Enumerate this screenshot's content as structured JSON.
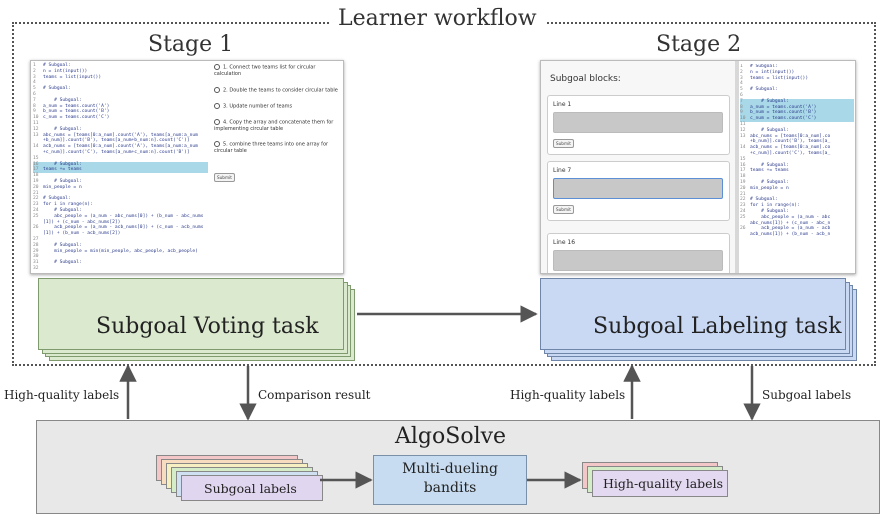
{
  "workflow": {
    "title": "Learner workflow"
  },
  "stage1": {
    "title": "Stage 1",
    "code_lines": [
      {
        "n": "1",
        "t": "# Subgoal:"
      },
      {
        "n": "2",
        "t": "n = int(input())"
      },
      {
        "n": "3",
        "t": "teams = list(input())"
      },
      {
        "n": "4",
        "t": ""
      },
      {
        "n": "5",
        "t": "# Subgoal:"
      },
      {
        "n": "6",
        "t": ""
      },
      {
        "n": "7",
        "t": "    # Subgoal:"
      },
      {
        "n": "8",
        "t": "a_num = teams.count('A')"
      },
      {
        "n": "9",
        "t": "b_num = teams.count('B')"
      },
      {
        "n": "10",
        "t": "c_num = teams.count('C')"
      },
      {
        "n": "11",
        "t": ""
      },
      {
        "n": "12",
        "t": "    # Subgoal:"
      },
      {
        "n": "13",
        "t": "abc_nums = [teams[0:a_num].count('A'), teams[a_num:a_num"
      },
      {
        "n": "",
        "t": "+b_num]].count('B'), teams[a_num+b_num:n].count('C')]"
      },
      {
        "n": "14",
        "t": "acb_nums = [teams[0:a_num].count('A'), teams[a_num:a_num"
      },
      {
        "n": "",
        "t": "+c_num]].count('C'), teams[a_num+c_num:n].count('B')]"
      },
      {
        "n": "15",
        "t": ""
      },
      {
        "n": "16",
        "t": "    # Subgoal:",
        "hl": true
      },
      {
        "n": "17",
        "t": "teams += teams",
        "hl": true
      },
      {
        "n": "18",
        "t": ""
      },
      {
        "n": "19",
        "t": "    # Subgoal:"
      },
      {
        "n": "20",
        "t": "min_people = n"
      },
      {
        "n": "21",
        "t": ""
      },
      {
        "n": "22",
        "t": "# Subgoal:"
      },
      {
        "n": "23",
        "t": "for i in range(n):"
      },
      {
        "n": "24",
        "t": "    # Subgoal:"
      },
      {
        "n": "25",
        "t": "    abc_people = (a_num - abc_nums[0]) + (b_num - abc_nums"
      },
      {
        "n": "",
        "t": "[1]) + (c_num - abc_nums[2])"
      },
      {
        "n": "26",
        "t": "    acb_people = (a_num - acb_nums[0]) + (c_num - acb_nums"
      },
      {
        "n": "",
        "t": "[1]) + (b_num - acb_nums[2])"
      },
      {
        "n": "27",
        "t": ""
      },
      {
        "n": "28",
        "t": "    # Subgoal:"
      },
      {
        "n": "29",
        "t": "    min_people = min(min_people, abc_people, acb_people)"
      },
      {
        "n": "30",
        "t": ""
      },
      {
        "n": "31",
        "t": "    # Subgoal:"
      },
      {
        "n": "32",
        "t": ""
      }
    ],
    "options": [
      "1. Connect two teams list for circular calculation",
      "2. Double the teams to consider circular table",
      "3. Update number of teams",
      "4. Copy the array and concatenate them for implementing circular table",
      "5. combine three teams into one array for circular table"
    ],
    "submit_label": "Submit"
  },
  "stage2": {
    "title": "Stage 2",
    "panel_title": "Subgoal blocks:",
    "blocks": [
      {
        "label": "Line 1",
        "submit": "Submit"
      },
      {
        "label": "Line 7",
        "submit": "Submit"
      },
      {
        "label": "Line 16",
        "submit": ""
      }
    ],
    "code_lines": [
      {
        "n": "1",
        "t": "# Subgoal:"
      },
      {
        "n": "2",
        "t": "n = int(input())"
      },
      {
        "n": "3",
        "t": "teams = list(input())"
      },
      {
        "n": "4",
        "t": ""
      },
      {
        "n": "5",
        "t": "# Subgoal:"
      },
      {
        "n": "6",
        "t": ""
      },
      {
        "n": "7",
        "t": "    # Subgoal:",
        "hl": true
      },
      {
        "n": "8",
        "t": "a_num = teams.count('A')",
        "hl": true
      },
      {
        "n": "9",
        "t": "b_num = teams.count('B')",
        "hl": true
      },
      {
        "n": "10",
        "t": "c_num = teams.count('C')",
        "hl": true
      },
      {
        "n": "11",
        "t": ""
      },
      {
        "n": "12",
        "t": "    # Subgoal:"
      },
      {
        "n": "13",
        "t": "abc_nums = [teams[0:a_num].co"
      },
      {
        "n": "",
        "t": "+b_num]].count('B'), teams[a_"
      },
      {
        "n": "14",
        "t": "acb_nums = [teams[0:a_num].co"
      },
      {
        "n": "",
        "t": "+c_num]].count('C'), teams[a_"
      },
      {
        "n": "15",
        "t": ""
      },
      {
        "n": "16",
        "t": "    # Subgoal:"
      },
      {
        "n": "17",
        "t": "teams += teams"
      },
      {
        "n": "18",
        "t": ""
      },
      {
        "n": "19",
        "t": "    # Subgoal:"
      },
      {
        "n": "20",
        "t": "min_people = n"
      },
      {
        "n": "21",
        "t": ""
      },
      {
        "n": "22",
        "t": "# Subgoal:"
      },
      {
        "n": "23",
        "t": "for i in range(n):"
      },
      {
        "n": "24",
        "t": "    # Subgoal:"
      },
      {
        "n": "25",
        "t": "    abc_people = (a_num - abc"
      },
      {
        "n": "",
        "t": "abc_nums[1]) + (c_num - abc_n"
      },
      {
        "n": "26",
        "t": "    acb_people = (a_num - acb"
      },
      {
        "n": "",
        "t": "acb_nums[1]) + (b_num - acb_n"
      }
    ]
  },
  "tasks": {
    "voting": "Subgoal Voting task",
    "labeling": "Subgoal Labeling task"
  },
  "edges": {
    "voting_up": "High-quality labels",
    "voting_down": "Comparison result",
    "labeling_up": "High-quality labels",
    "labeling_down": "Subgoal labels"
  },
  "algosolve": {
    "title": "AlgoSolve",
    "input": "Subgoal labels",
    "process": [
      "Multi-dueling",
      "bandits"
    ],
    "output": "High-quality labels"
  },
  "colors": {
    "voting_fill": "#dbe9cf",
    "labeling_fill": "#c9d9f4",
    "algo_fill": "#e8e8e8",
    "bandit_fill": "#c7dcf0",
    "output_fill": "#e3d9f0",
    "highlight": "#a9d8e8"
  }
}
